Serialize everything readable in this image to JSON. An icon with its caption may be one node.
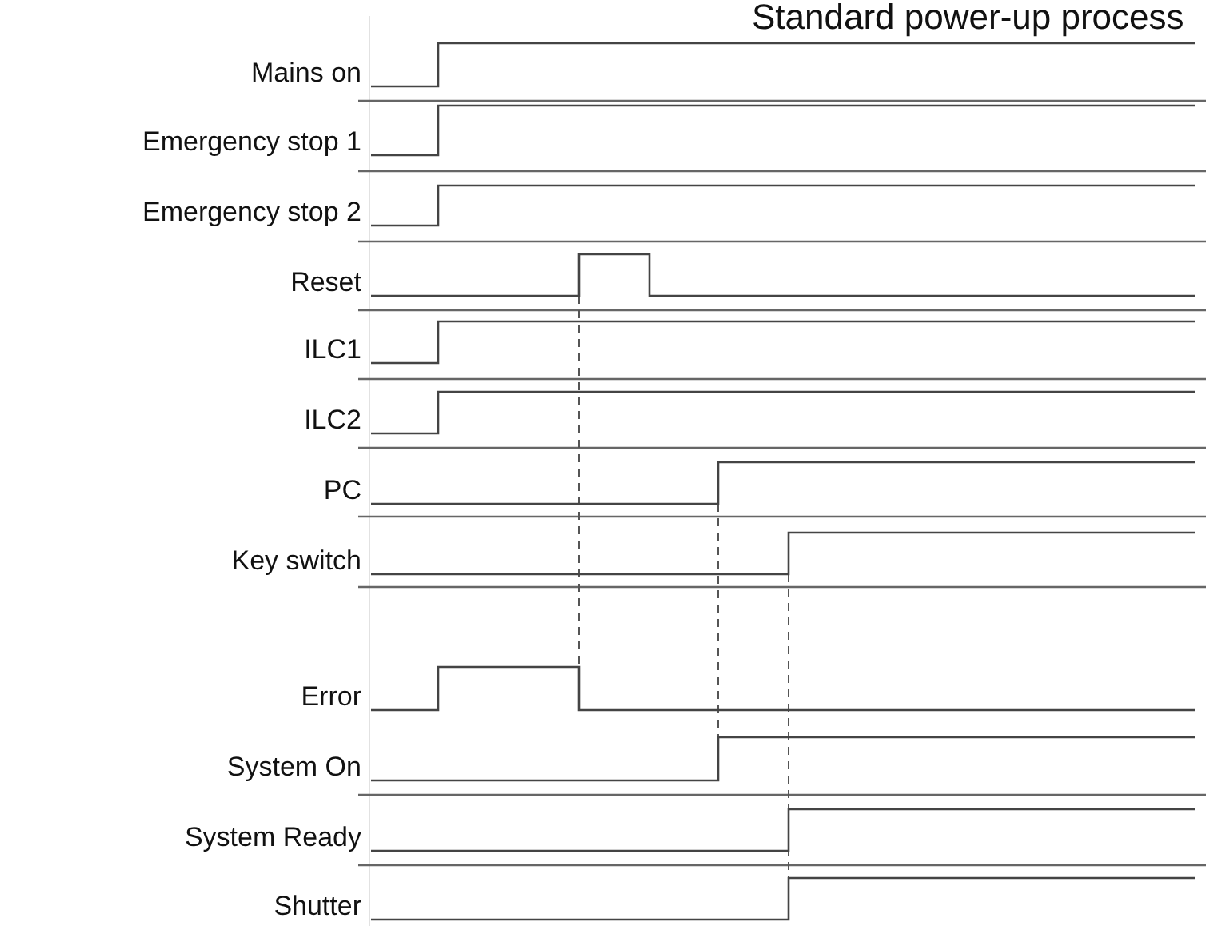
{
  "diagram": {
    "title": "Standard power-up process",
    "labels": [
      "Mains on",
      "Emergency stop 1",
      "Emergency stop 2",
      "Reset",
      "ILC1",
      "ILC2",
      "PC",
      "Key switch",
      "Error",
      "System On",
      "System Ready",
      "Shutter"
    ]
  }
}
